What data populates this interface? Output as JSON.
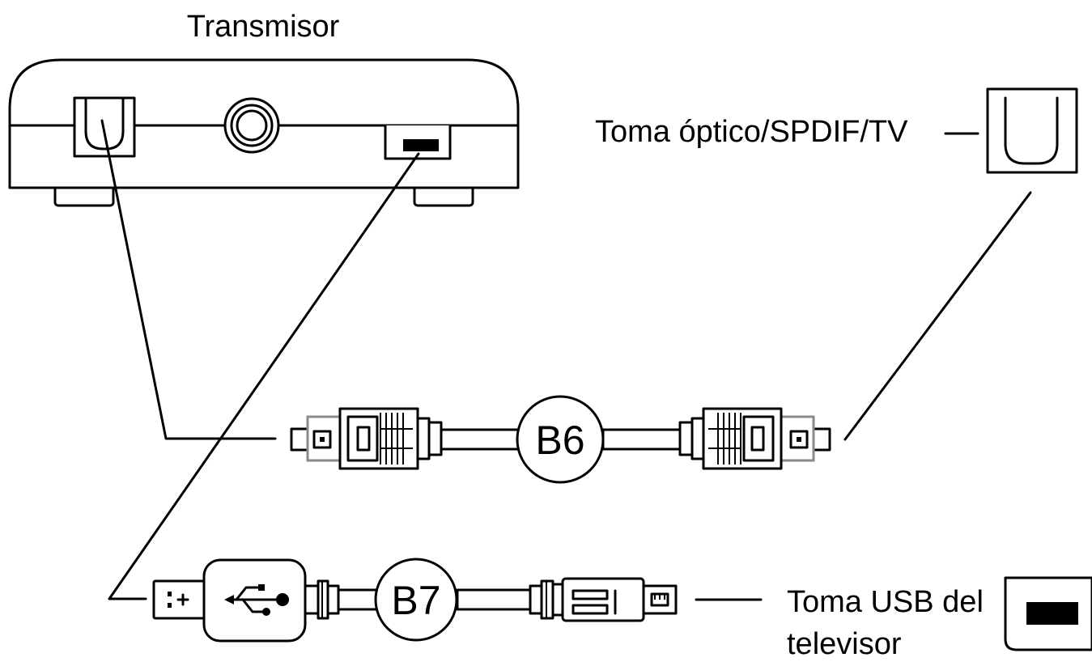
{
  "labels": {
    "transmitter": "Transmisor",
    "optical_jack": "Toma óptico/SPDIF/TV",
    "usb_jack_line1": "Toma USB del",
    "usb_jack_line2": "televisor"
  },
  "cables": {
    "optical_cable_id": "B6",
    "usb_cable_id": "B7"
  }
}
